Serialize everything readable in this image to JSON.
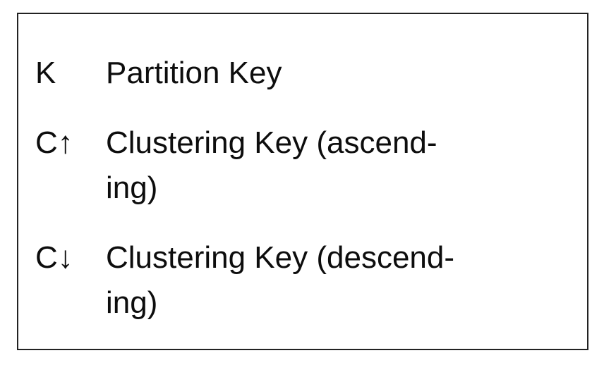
{
  "legend": {
    "items": [
      {
        "symbol": "K",
        "label": "Partition Key"
      },
      {
        "symbol": "C↑",
        "label": "Clustering Key (ascend-\ning)"
      },
      {
        "symbol": "C↓",
        "label": "Clustering Key (descend-\ning)"
      }
    ]
  },
  "colors": {
    "text": "#0d0d0d",
    "border": "#222222",
    "background": "#ffffff"
  }
}
